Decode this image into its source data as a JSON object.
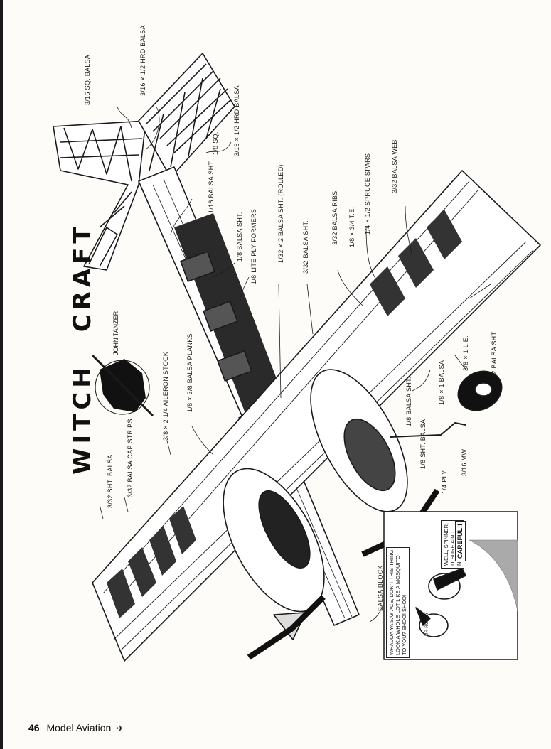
{
  "article": {
    "title_part1": "WITCH",
    "title_part2": "CRAFT",
    "author": "JOHN TANZER"
  },
  "footer": {
    "page_number": "46",
    "publication": "Model Aviation",
    "icon": "airplane-icon",
    "icon_glyph": "✈"
  },
  "callouts": {
    "sq_balsa": "3/16 SQ. BALSA",
    "hard_balsa_top": "3/16 × 1/2 HRD BALSA",
    "hard_balsa_right": "3/16 × 1/2 HRD BALSA",
    "sq": "1/8 SQ.",
    "balsa_sht_1_16": "1/16 BALSA SHT.",
    "balsa_sht_1_8": "1/8 BALSA SHT.",
    "lite_ply": "1/8 LITE PLY FORMERS",
    "rolled": "1/32 × 2 BALSA SHT. (ROLLED)",
    "balsa_sht_3_32": "3/32 BALSA SHT.",
    "balsa_ribs": "3/32 BALSA RIBS",
    "te": "1/8 × 3/4 T.E.",
    "spruce_spars": "1/4 × 1/2 SPRUCE SPARS",
    "balsa_web": "3/32 BALSA WEB",
    "le": "3/8 × 1 L.E.",
    "balsa_sht_wing": "3/32 BALSA SHT.",
    "balsa_1": "1/8 × 1 BALSA",
    "balsa_sht_gear": "1/8 BALSA SHT.",
    "sht_balsa": "1/8 SHT. BALSA",
    "ply": "1/4 PLY.",
    "mw": "3/16 MW",
    "balsa_planks": "1/8 × 3/8 BALSA PLANKS",
    "aileron_stock": "3/8 × 2 1/4 AILERON STOCK",
    "cap_strips": "3/32 BALSA CAP STRIPS",
    "sht_balsa_wing": "3/32 SHT. BALSA",
    "balsa_block": "BALSA BLOCK"
  },
  "comic": {
    "bubble_left": "WHADDA YA SAY ACE, DON'T THIS THING\nLOOK A WHOLE LOT LIKE A MOSQUITO\nTO YOU? SHOO! SHOO!",
    "bubble_right": "WELL, SPINNER,\nIT SURE AIN'T\nNO LAZY BEE!",
    "bubble_careful": "CAREFUL!!",
    "shirt_text": "UR RC FLY"
  }
}
